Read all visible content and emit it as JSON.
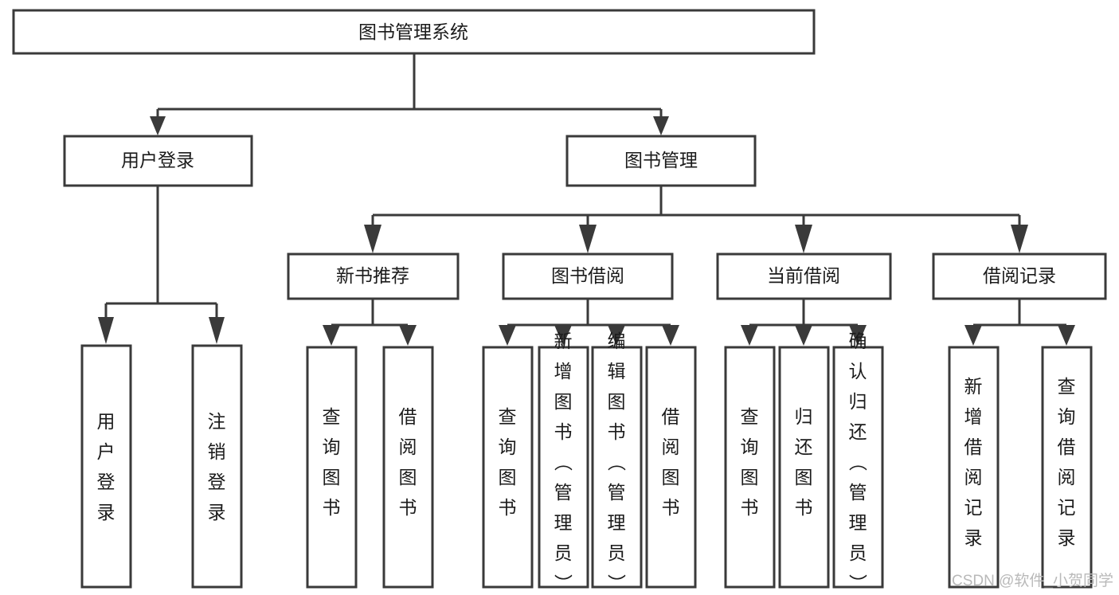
{
  "diagram": {
    "title": "图书管理系统",
    "type": "tree",
    "root": {
      "id": "root",
      "label": "图书管理系统"
    },
    "levels": [
      {
        "level": 1,
        "nodes": [
          {
            "id": "root",
            "label": "图书管理系统",
            "orientation": "horizontal"
          }
        ]
      },
      {
        "level": 2,
        "nodes": [
          {
            "id": "user-login",
            "label": "用户登录",
            "orientation": "horizontal",
            "parent": "root"
          },
          {
            "id": "book-manage",
            "label": "图书管理",
            "orientation": "horizontal",
            "parent": "root"
          }
        ]
      },
      {
        "level": 3,
        "nodes": [
          {
            "id": "new-book-rec",
            "label": "新书推荐",
            "orientation": "horizontal",
            "parent": "book-manage"
          },
          {
            "id": "book-borrow",
            "label": "图书借阅",
            "orientation": "horizontal",
            "parent": "book-manage"
          },
          {
            "id": "current-borrow",
            "label": "当前借阅",
            "orientation": "horizontal",
            "parent": "book-manage"
          },
          {
            "id": "borrow-record",
            "label": "借阅记录",
            "orientation": "horizontal",
            "parent": "book-manage"
          }
        ]
      },
      {
        "level": 4,
        "nodes": [
          {
            "id": "leaf-user-login",
            "label": "用户登录",
            "orientation": "vertical",
            "parent": "user-login"
          },
          {
            "id": "leaf-logout",
            "label": "注销登录",
            "orientation": "vertical",
            "parent": "user-login"
          },
          {
            "id": "leaf-query-book-1",
            "label": "查询图书",
            "orientation": "vertical",
            "parent": "new-book-rec"
          },
          {
            "id": "leaf-borrow-book-1",
            "label": "借阅图书",
            "orientation": "vertical",
            "parent": "new-book-rec"
          },
          {
            "id": "leaf-query-book-2",
            "label": "查询图书",
            "orientation": "vertical",
            "parent": "book-borrow"
          },
          {
            "id": "leaf-add-book",
            "label": "新增图书（管理员）",
            "orientation": "vertical",
            "parent": "book-borrow"
          },
          {
            "id": "leaf-edit-book",
            "label": "编辑图书（管理员）",
            "orientation": "vertical",
            "parent": "book-borrow"
          },
          {
            "id": "leaf-borrow-book-2",
            "label": "借阅图书",
            "orientation": "vertical",
            "parent": "book-borrow"
          },
          {
            "id": "leaf-query-book-3",
            "label": "查询图书",
            "orientation": "vertical",
            "parent": "current-borrow"
          },
          {
            "id": "leaf-return-book",
            "label": "归还图书",
            "orientation": "vertical",
            "parent": "current-borrow"
          },
          {
            "id": "leaf-confirm-return",
            "label": "确认归还（管理员）",
            "orientation": "vertical",
            "parent": "current-borrow"
          },
          {
            "id": "leaf-add-record",
            "label": "新增借阅记录",
            "orientation": "vertical",
            "parent": "borrow-record"
          },
          {
            "id": "leaf-query-record",
            "label": "查询借阅记录",
            "orientation": "vertical",
            "parent": "borrow-record"
          }
        ]
      }
    ],
    "edges": [
      {
        "from": "root",
        "to": "user-login"
      },
      {
        "from": "root",
        "to": "book-manage"
      },
      {
        "from": "book-manage",
        "to": "new-book-rec"
      },
      {
        "from": "book-manage",
        "to": "book-borrow"
      },
      {
        "from": "book-manage",
        "to": "current-borrow"
      },
      {
        "from": "book-manage",
        "to": "borrow-record"
      },
      {
        "from": "user-login",
        "to": "leaf-user-login"
      },
      {
        "from": "user-login",
        "to": "leaf-logout"
      },
      {
        "from": "new-book-rec",
        "to": "leaf-query-book-1"
      },
      {
        "from": "new-book-rec",
        "to": "leaf-borrow-book-1"
      },
      {
        "from": "book-borrow",
        "to": "leaf-query-book-2"
      },
      {
        "from": "book-borrow",
        "to": "leaf-add-book"
      },
      {
        "from": "book-borrow",
        "to": "leaf-edit-book"
      },
      {
        "from": "book-borrow",
        "to": "leaf-borrow-book-2"
      },
      {
        "from": "current-borrow",
        "to": "leaf-query-book-3"
      },
      {
        "from": "current-borrow",
        "to": "leaf-return-book"
      },
      {
        "from": "current-borrow",
        "to": "leaf-confirm-return"
      },
      {
        "from": "borrow-record",
        "to": "leaf-add-record"
      },
      {
        "from": "borrow-record",
        "to": "leaf-query-record"
      }
    ],
    "colors": {
      "box_stroke": "#3a3a3a",
      "box_fill": "#ffffff",
      "text": "#1b1b1b",
      "background": "#ffffff",
      "watermark": "#b9b9b9"
    }
  },
  "watermark": {
    "text": "CSDN @软件_小贺同学"
  },
  "labels": {
    "root": "图书管理系统",
    "user_login": "用户登录",
    "book_manage": "图书管理",
    "new_book_rec": "新书推荐",
    "book_borrow": "图书借阅",
    "current_borrow": "当前借阅",
    "borrow_record": "借阅记录",
    "leaf_user_login": "用户登录",
    "leaf_logout": "注销登录",
    "leaf_query_book_1": "查询图书",
    "leaf_borrow_book_1": "借阅图书",
    "leaf_query_book_2": "查询图书",
    "leaf_add_book": "新增图书（管理员）",
    "leaf_edit_book": "编辑图书（管理员）",
    "leaf_borrow_book_2": "借阅图书",
    "leaf_query_book_3": "查询图书",
    "leaf_return_book": "归还图书",
    "leaf_confirm_return": "确认归还（管理员）",
    "leaf_add_record": "新增借阅记录",
    "leaf_query_record": "查询借阅记录"
  }
}
